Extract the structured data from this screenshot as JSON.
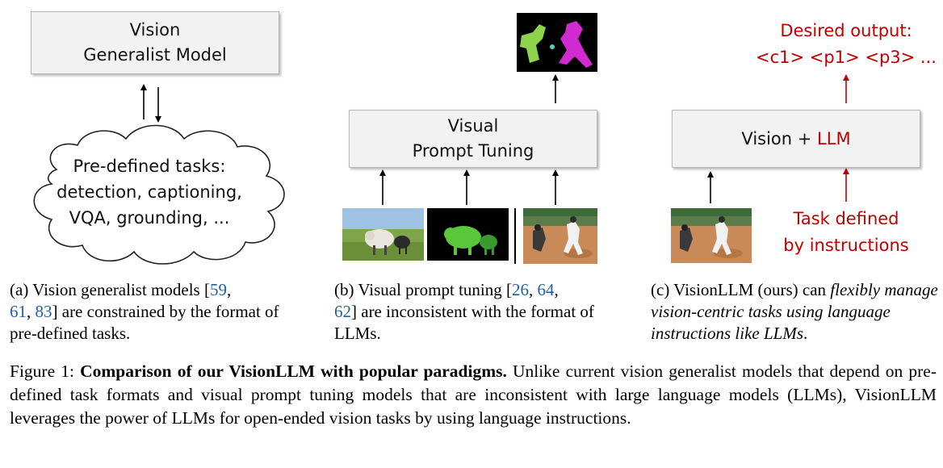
{
  "panel_a": {
    "box_line1": "Vision",
    "box_line2": "Generalist Model",
    "cloud_line1": "Pre-defined tasks:",
    "cloud_line2": "detection, captioning,",
    "cloud_line3": "VQA, grounding, ...",
    "caption_prefix": "(a) Vision generalist models [",
    "caption_cite1": "59",
    "caption_sep1": ",",
    "caption_cite2": "61",
    "caption_sep2": ", ",
    "caption_cite3": "83",
    "caption_suffix": "] are constrained by the format of pre-defined tasks."
  },
  "panel_b": {
    "box_line1": "Visual",
    "box_line2": "Prompt Tuning",
    "caption_prefix": "(b) Visual prompt tuning [",
    "caption_cite1": "26",
    "caption_sep1": ", ",
    "caption_cite2": "64",
    "caption_sep2": ",",
    "caption_cite3": "62",
    "caption_suffix": "] are inconsistent with the format of LLMs."
  },
  "panel_c": {
    "box_text": "Vision + ",
    "box_highlight": "LLM",
    "output_line1": "Desired output:",
    "output_line2": "<c1> <p1> <p3> ...",
    "task_line1": "Task defined",
    "task_line2": "by  instructions",
    "caption_plain": "(c) VisionLLM (ours) can ",
    "caption_italic": "flexibly manage vision-centric tasks using language instructions like LLMs",
    "caption_end": "."
  },
  "figure_caption": {
    "label": "Figure 1: ",
    "bold": "Comparison of our VisionLLM with popular paradigms.",
    "rest": " Unlike current vision generalist models that depend on pre-defined task formats and visual prompt tuning models that are inconsistent with large language models (LLMs), VisionLLM leverages the power of LLMs for open-ended vision tasks by using language instructions."
  },
  "colors": {
    "accent_red": "#c00000",
    "citation_blue": "#1f5fa8",
    "box_fill": "#f2f2f2"
  }
}
